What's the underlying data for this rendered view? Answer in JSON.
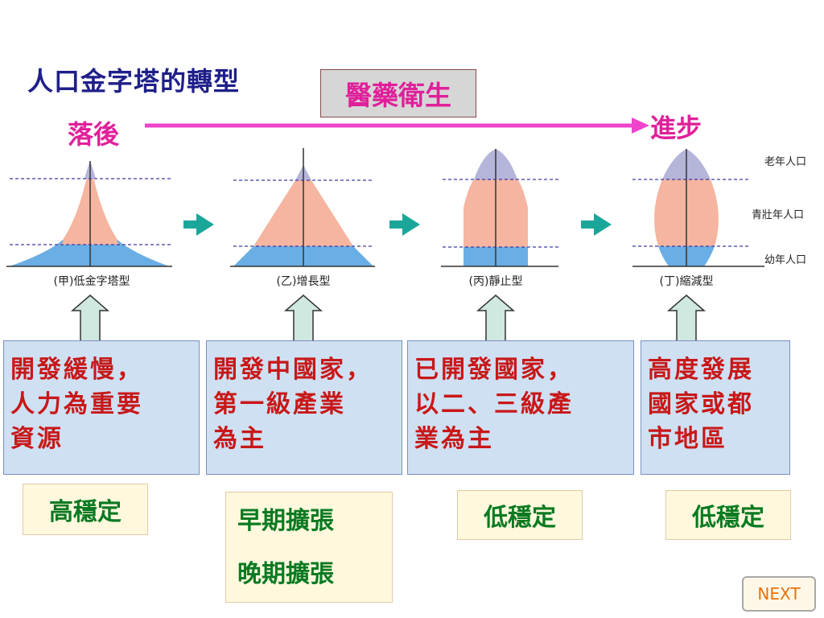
{
  "title": "人口金字塔的轉型",
  "medicine": "醫藥衛生",
  "lagging": "落後",
  "advanced": "進步",
  "colors": {
    "old": "#b5b5da",
    "working": "#f5b5a0",
    "young": "#6aaee6",
    "arrow_magenta": "#ee44cc",
    "arrow_teal": "#1aa79a"
  },
  "side_labels": {
    "old": "老年人口",
    "working": "青壯年人口",
    "young": "幼年人口"
  },
  "pyramids": [
    {
      "label": "(甲)低金字塔型",
      "text": "開發緩慢，\n人力為重要\n資源",
      "stability": [
        "高穩定"
      ]
    },
    {
      "label": "(乙)增長型",
      "text": "開發中國家，\n第一級產業\n為主",
      "stability": [
        "早期擴張",
        "晚期擴張"
      ]
    },
    {
      "label": "(丙)靜止型",
      "text": "已開發國家，\n以二、三級產\n業為主",
      "stability": [
        "低穩定"
      ]
    },
    {
      "label": "(丁)縮減型",
      "text": "高度發展\n國家或都\n市地區",
      "stability": [
        "低穩定"
      ]
    }
  ],
  "next_button": "NEXT"
}
